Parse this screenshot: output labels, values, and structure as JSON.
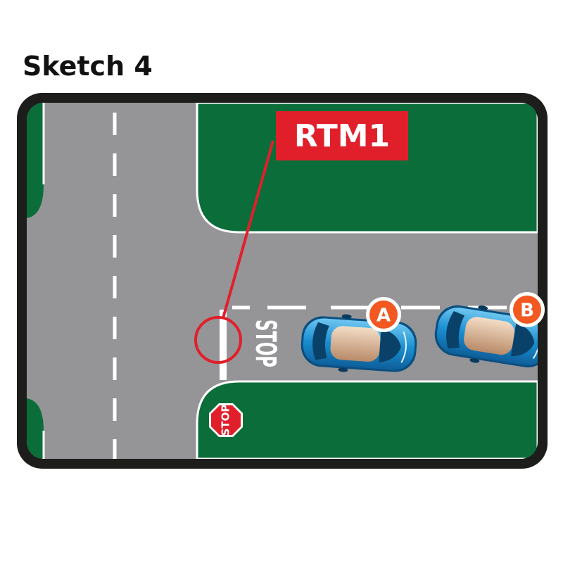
{
  "title": "Sketch 4",
  "callout": {
    "label": "RTM1"
  },
  "vehicles": [
    {
      "label": "A"
    },
    {
      "label": "B"
    }
  ],
  "road_marking": {
    "text": "STOP"
  },
  "sign": {
    "text": "STOP"
  },
  "colors": {
    "grass": "#0b6e3a",
    "road": "#959597",
    "frame": "#1d1d1b",
    "callout_red": "#e11f2b",
    "car_blue": "#1a8fd1",
    "badge_orange": "#f2581f"
  }
}
